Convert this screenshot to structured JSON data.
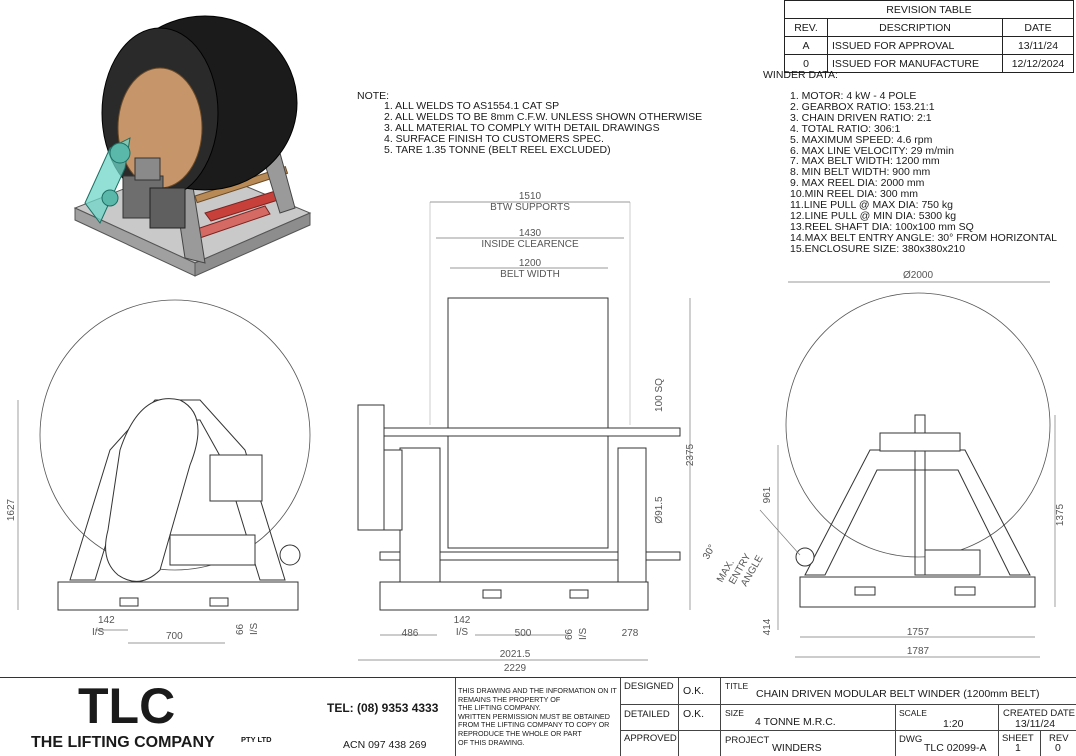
{
  "revision_table": {
    "title": "REVISION TABLE",
    "headers": [
      "REV.",
      "DESCRIPTION",
      "DATE"
    ],
    "rows": [
      {
        "rev": "A",
        "description": "ISSUED FOR APPROVAL",
        "date": "13/11/24"
      },
      {
        "rev": "0",
        "description": "ISSUED FOR MANUFACTURE",
        "date": "12/12/2024"
      }
    ]
  },
  "notes": {
    "heading": "NOTE:",
    "items": [
      "1.  ALL WELDS TO AS1554.1 CAT SP",
      "2.  ALL WELDS TO BE 8mm C.F.W. UNLESS SHOWN OTHERWISE",
      "3.  ALL MATERIAL TO COMPLY WITH DETAIL DRAWINGS",
      "4.  SURFACE FINISH TO CUSTOMERS SPEC.",
      "5.  TARE 1.35 TONNE (BELT REEL EXCLUDED)"
    ]
  },
  "winder_data": {
    "heading": "WINDER DATA:",
    "items": [
      "1.  MOTOR: 4 kW - 4 POLE",
      "2.  GEARBOX RATIO: 153.21:1",
      "3.  CHAIN DRIVEN RATIO: 2:1",
      "4.  TOTAL RATIO: 306:1",
      "5.  MAXIMUM SPEED: 4.6 rpm",
      "6.  MAX LINE VELOCITY: 29 m/min",
      "7.  MAX BELT WIDTH: 1200 mm",
      "8.  MIN BELT WIDTH: 900 mm",
      "9.  MAX REEL DIA: 2000 mm",
      "10.MIN REEL DIA: 300 mm",
      "11.LINE PULL @ MAX DIA: 750 kg",
      "12.LINE PULL @ MIN DIA: 5300 kg",
      "13.REEL SHAFT DIA: 100x100 mm SQ",
      "14.MAX BELT ENTRY ANGLE: 30° FROM HORIZONTAL",
      "15.ENCLOSURE SIZE: 380x380x210"
    ]
  },
  "dimensions": {
    "btw_supports_value": "1510",
    "btw_supports_label": "BTW SUPPORTS",
    "inside_clearence_value": "1430",
    "inside_clearence_label": "INSIDE CLEARENCE",
    "belt_width_value": "1200",
    "belt_width_label": "BELT WIDTH",
    "sq_100": "100 SQ",
    "height_2375": "2375",
    "dia_91_5": "Ø91.5",
    "dim_486": "486",
    "dim_142_front": "142",
    "is_front": "I/S",
    "dim_500": "500",
    "dim_66_front": "66",
    "is_front_2": "I/S",
    "dim_278": "278",
    "dim_2021_5": "2021.5",
    "dim_2229": "2229",
    "left_1627": "1627",
    "left_142": "142",
    "left_is": "I/S",
    "left_700": "700",
    "left_66": "66",
    "left_is_2": "I/S",
    "right_dia_2000": "Ø2000",
    "right_961": "961",
    "right_1375": "1375",
    "right_414": "414",
    "right_1757": "1757",
    "right_1787": "1787",
    "angle_30": "30°",
    "angle_label_1": "MAX.",
    "angle_label_2": "ENTRY",
    "angle_label_3": "ANGLE"
  },
  "title_block": {
    "logo": "TLC",
    "company": "THE LIFTING COMPANY",
    "pty": "PTY LTD",
    "tel": "TEL: (08) 9353 4333",
    "acn": "ACN 097 438 269",
    "disclaimer": [
      "THIS DRAWING AND THE INFORMATION ON IT",
      "REMAINS THE PROPERTY OF",
      "THE LIFTING COMPANY.",
      "WRITTEN PERMISSION MUST BE OBTAINED",
      "FROM THE LIFTING COMPANY TO COPY OR",
      "REPRODUCE THE WHOLE OR PART",
      "OF THIS DRAWING."
    ],
    "designed_label": "DESIGNED",
    "designed_value": "O.K.",
    "detailed_label": "DETAILED",
    "detailed_value": "O.K.",
    "approved_label": "APPROVED",
    "title_label": "TITLE",
    "title_value": "CHAIN DRIVEN MODULAR BELT WINDER (1200mm BELT)",
    "size_label": "SIZE",
    "size_value": "4 TONNE M.R.C.",
    "scale_label": "SCALE",
    "scale_value": "1:20",
    "created_label": "CREATED DATE",
    "created_value": "13/11/24",
    "project_label": "PROJECT",
    "project_value": "WINDERS",
    "dwg_label": "DWG",
    "dwg_value": "TLC 02099-A",
    "sheet_label": "SHEET",
    "sheet_value": "1",
    "rev_label": "REV",
    "rev_value": "0"
  },
  "colors": {
    "reel": "#1b1b1b",
    "core": "#c7956a",
    "guard": "#6fd6c8",
    "frame": "#a8a8a8",
    "motor": "#6e6e6e",
    "red_parts": "#c8403a",
    "line": "#333333",
    "dim": "#777777"
  }
}
